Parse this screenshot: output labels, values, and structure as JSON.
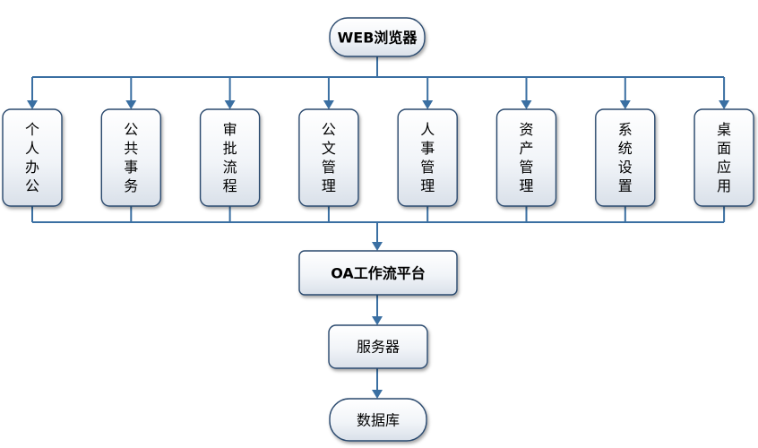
{
  "diagram": {
    "browser": "WEB浏览器",
    "modules": [
      {
        "id": "personal",
        "chars": [
          "个",
          "人",
          "办",
          "公"
        ]
      },
      {
        "id": "public",
        "chars": [
          "公",
          "共",
          "事",
          "务"
        ]
      },
      {
        "id": "approval",
        "chars": [
          "审",
          "批",
          "流",
          "程"
        ]
      },
      {
        "id": "document",
        "chars": [
          "公",
          "文",
          "管",
          "理"
        ]
      },
      {
        "id": "hr",
        "chars": [
          "人",
          "事",
          "管",
          "理"
        ]
      },
      {
        "id": "asset",
        "chars": [
          "资",
          "产",
          "管",
          "理"
        ]
      },
      {
        "id": "system",
        "chars": [
          "系",
          "统",
          "设",
          "置"
        ]
      },
      {
        "id": "desktop",
        "chars": [
          "桌",
          "面",
          "应",
          "用"
        ]
      }
    ],
    "platform": "OA工作流平台",
    "server": "服务器",
    "database": "数据库"
  }
}
